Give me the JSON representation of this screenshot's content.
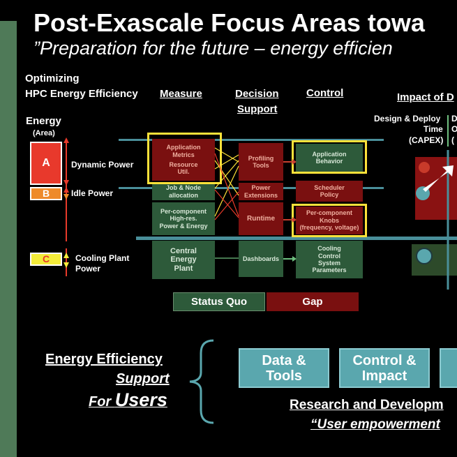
{
  "title": "Post-Exascale Focus Areas towa",
  "subtitle": "”Preparation for the future – energy efficien",
  "optimizing": {
    "line1": "Optimizing",
    "line2": "HPC Energy Efficiency"
  },
  "columns": {
    "measure": "Measure",
    "decision1": "Decision",
    "decision2": "Support",
    "control": "Control"
  },
  "impact_header": "Impact of D",
  "energy": {
    "label": "Energy",
    "area": "(Area)"
  },
  "energy_blocks": [
    {
      "letter": "A",
      "label": "Dynamic Power",
      "color": "#e8392c"
    },
    {
      "letter": "B",
      "label": "Idle Power",
      "color": "#ee8a2a"
    },
    {
      "letter": "C",
      "label1": "Cooling Plant",
      "label2": "Power",
      "color": "#f4ec3a"
    }
  ],
  "measure_boxes": {
    "app_metrics": [
      "Application",
      "Metrics"
    ],
    "resource": [
      "Resource",
      "Util."
    ],
    "job_node": [
      "Job & Node",
      "allocation"
    ],
    "per_component": [
      "Per-component",
      "High-res.",
      "Power & Energy"
    ],
    "central": [
      "Central",
      "Energy",
      "Plant"
    ]
  },
  "decision_boxes": {
    "profiling": [
      "Profiling",
      "Tools"
    ],
    "power_ext": [
      "Power",
      "Extensions"
    ],
    "runtime": [
      "Runtime"
    ],
    "dashboards": [
      "Dashboards"
    ]
  },
  "control_boxes": {
    "app_behavior": [
      "Application",
      "Behavior"
    ],
    "scheduler": [
      "Scheduler",
      "Policy"
    ],
    "knobs": [
      "Per-component",
      "Knobs",
      "(frequency, voltage)"
    ],
    "cooling": [
      "Cooling",
      "Control",
      "System",
      "Parameters"
    ]
  },
  "legend": {
    "status_quo": "Status Quo",
    "gap": "Gap"
  },
  "impact": {
    "design1": "Design & Deploy",
    "design2": "Time",
    "design3": "(CAPEX)",
    "cut1": "D",
    "cut2": "O",
    "cut3": "("
  },
  "bottom": {
    "ee1": "Energy Efficiency",
    "ee2": "Support",
    "ee3a": "For ",
    "ee3b": "Users",
    "btn1": [
      "Data &",
      "Tools"
    ],
    "btn2": [
      "Control &",
      "Impact"
    ],
    "research": "Research and Developm",
    "user_emp": "“User empowerment"
  },
  "colors": {
    "status_green": "#2d5a3a",
    "gap_red": "#7a1010",
    "highlight": "#ffe23a",
    "teal": "#5aa7ae"
  }
}
